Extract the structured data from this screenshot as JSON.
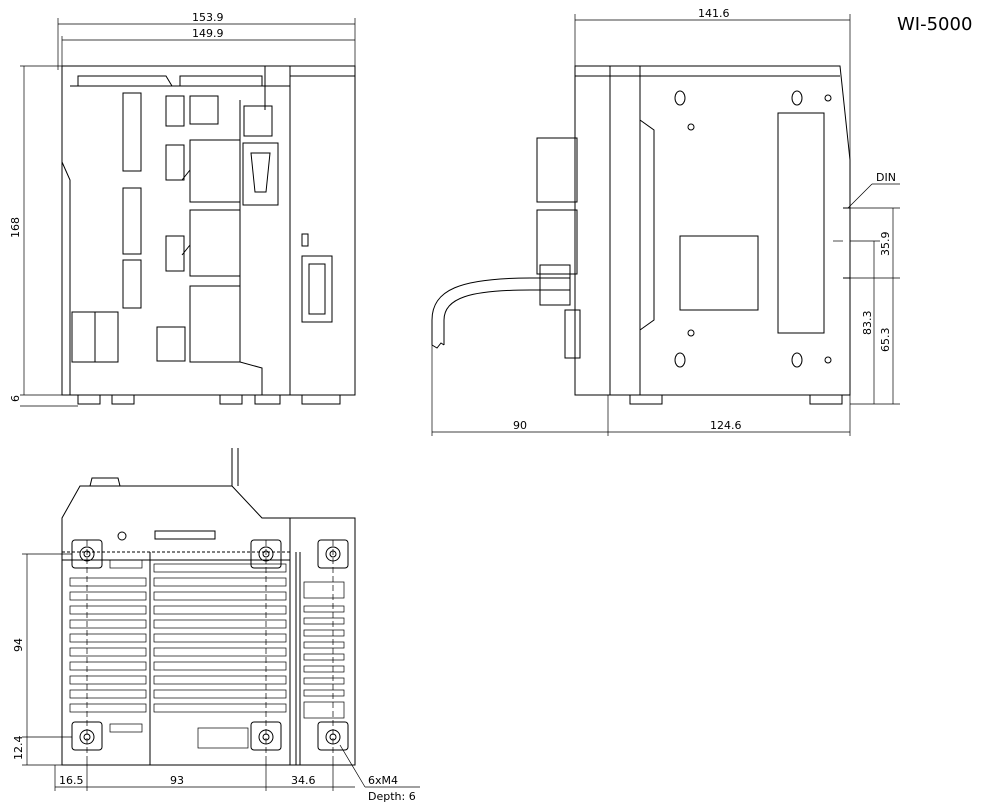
{
  "model": "WI-5000",
  "front_view": {
    "width_overall": "153.9",
    "width_body": "149.9",
    "height": "168",
    "foot_height": "6"
  },
  "side_view": {
    "depth_overall": "141.6",
    "cable_length": "90",
    "depth_body": "124.6",
    "din_label": "DIN",
    "din_height": "35.9",
    "height_83": "83.3",
    "height_65": "65.3"
  },
  "bottom_view": {
    "height_94": "94",
    "height_12": "12.4",
    "width_16": "16.5",
    "width_93": "93",
    "width_34": "34.6",
    "screw_spec": "6xM4",
    "screw_depth": "Depth: 6"
  }
}
